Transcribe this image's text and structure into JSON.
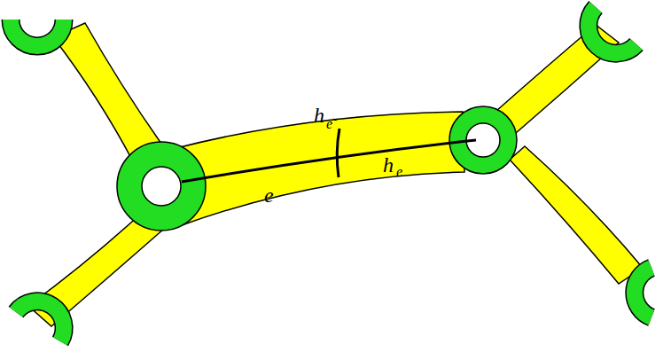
{
  "diagram": {
    "labels": [
      "h",
      "eˇ",
      "h",
      "e",
      "e"
    ]
  }
}
